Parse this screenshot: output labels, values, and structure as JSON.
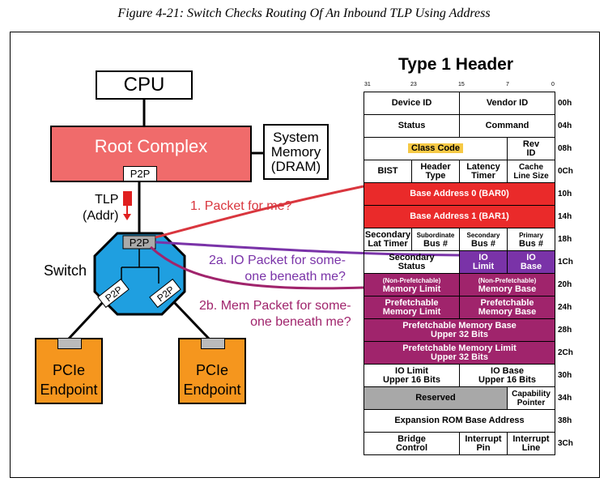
{
  "caption": "Figure 4-21: Switch Checks Routing Of An Inbound TLP Using Address",
  "diagram": {
    "cpu": "CPU",
    "root_complex": "Root Complex",
    "p2p": "P2P",
    "system_memory": [
      "System",
      "Memory",
      "(DRAM)"
    ],
    "tlp": [
      "TLP",
      "(Addr)"
    ],
    "switch": "Switch",
    "endpoint": [
      "PCIe",
      "Endpoint"
    ],
    "arrow_labels": {
      "a1": "1. Packet for me?",
      "a2a": [
        "2a. IO Packet for some-",
        "one beneath me?"
      ],
      "a2b": [
        "2b. Mem Packet for some-",
        "one beneath me?"
      ]
    },
    "colors": {
      "root_complex": "#f06b6b",
      "switch": "#1f9fe0",
      "endpoint": "#f5961e",
      "red_line": "#d9363e",
      "purple_line": "#7a33a8",
      "magenta_line": "#a0246c"
    }
  },
  "header": {
    "title": "Type 1 Header",
    "bit_labels": [
      "31",
      "23",
      "15",
      "7",
      "0"
    ],
    "device_id": "Device ID",
    "vendor_id": "Vendor ID",
    "status": "Status",
    "command": "Command",
    "class_code": "Class Code",
    "rev_id": [
      "Rev",
      "ID"
    ],
    "bist": "BIST",
    "header_type": [
      "Header",
      "Type"
    ],
    "latency_timer": [
      "Latency",
      "Timer"
    ],
    "cache_line_size": [
      "Cache",
      "Line Size"
    ],
    "bar0": "Base Address 0 (BAR0)",
    "bar1": "Base Address 1 (BAR1)",
    "sec_lat_timer": [
      "Secondary",
      "Lat Timer"
    ],
    "subordinate_bus": [
      "Subordinate",
      "Bus #"
    ],
    "secondary_bus": [
      "Secondary",
      "Bus #"
    ],
    "primary_bus": [
      "Primary",
      "Bus #"
    ],
    "secondary_status": [
      "Secondary",
      "Status"
    ],
    "io_limit": [
      "IO",
      "Limit"
    ],
    "io_base": [
      "IO",
      "Base"
    ],
    "np_small": "(Non-Prefetchable)",
    "memory_limit": "Memory Limit",
    "memory_base": "Memory Base",
    "pref_mem_limit": [
      "Prefetchable",
      "Memory Limit"
    ],
    "pref_mem_base": [
      "Prefetchable",
      "Memory Base"
    ],
    "pref_base_upper": [
      "Prefetchable Memory Base",
      "Upper 32 Bits"
    ],
    "pref_limit_upper": [
      "Prefetchable Memory Limit",
      "Upper 32 Bits"
    ],
    "io_limit_upper": [
      "IO Limit",
      "Upper 16 Bits"
    ],
    "io_base_upper": [
      "IO Base",
      "Upper 16 Bits"
    ],
    "reserved": "Reserved",
    "capability_pointer": [
      "Capability",
      "Pointer"
    ],
    "expansion_rom": "Expansion ROM Base Address",
    "bridge_control": [
      "Bridge",
      "Control"
    ],
    "interrupt_pin": [
      "Interrupt",
      "Pin"
    ],
    "interrupt_line": [
      "Interrupt",
      "Line"
    ],
    "offsets": [
      "00h",
      "04h",
      "08h",
      "0Ch",
      "10h",
      "14h",
      "18h",
      "1Ch",
      "20h",
      "24h",
      "28h",
      "2Ch",
      "30h",
      "34h",
      "38h",
      "3Ch"
    ],
    "colors": {
      "bar": "#ea2a2a",
      "io": "#7a33a8",
      "mem": "#a0246c",
      "class_code": "#f6c945",
      "reserved": "#a8a8a8"
    }
  }
}
